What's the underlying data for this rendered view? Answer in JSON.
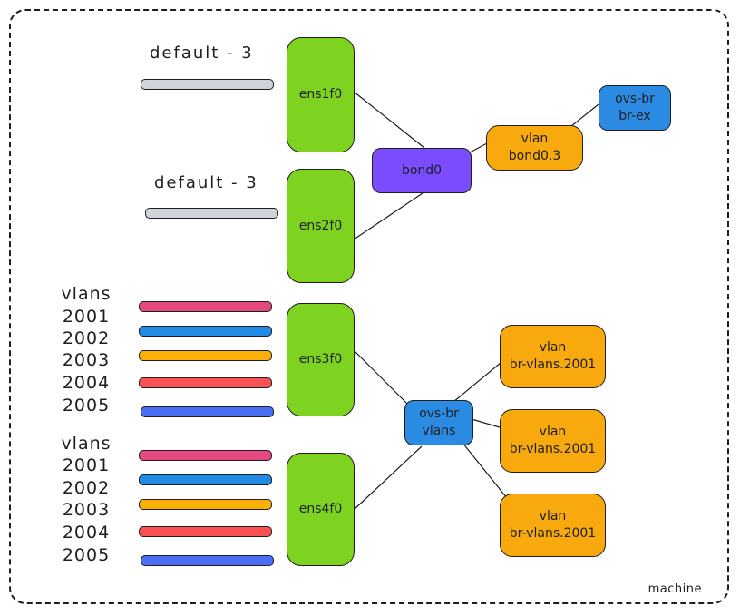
{
  "machine_label": "machine",
  "groups": {
    "g1": {
      "title": "default - 3"
    },
    "g2": {
      "title": "default - 3"
    },
    "g3": {
      "title": "vlans",
      "ids": [
        "2001",
        "2002",
        "2003",
        "2004",
        "2005"
      ]
    },
    "g4": {
      "title": "vlans",
      "ids": [
        "2001",
        "2002",
        "2003",
        "2004",
        "2005"
      ]
    }
  },
  "colors": {
    "default_bar": "#ced4da",
    "vlan_2001": "#e64980",
    "vlan_2002": "#228be6",
    "vlan_2003": "#fab005",
    "vlan_2004": "#fa5252",
    "vlan_2005": "#4c6ef5",
    "nic": "#7ed321",
    "bond": "#7c4dff",
    "vlan_node": "#f7a90d",
    "ovs_node": "#2b8be3"
  },
  "nodes": {
    "ens1f0": "ens1f0",
    "ens2f0": "ens2f0",
    "ens3f0": "ens3f0",
    "ens4f0": "ens4f0",
    "bond0": "bond0",
    "vlan_bond": "vlan\nbond0.3",
    "ovs_brex": "ovs-br\nbr-ex",
    "ovs_vlans": "ovs-br\nvlans",
    "vlan_a": "vlan\nbr-vlans.2001",
    "vlan_b": "vlan\nbr-vlans.2001",
    "vlan_c": "vlan\nbr-vlans.2001"
  }
}
